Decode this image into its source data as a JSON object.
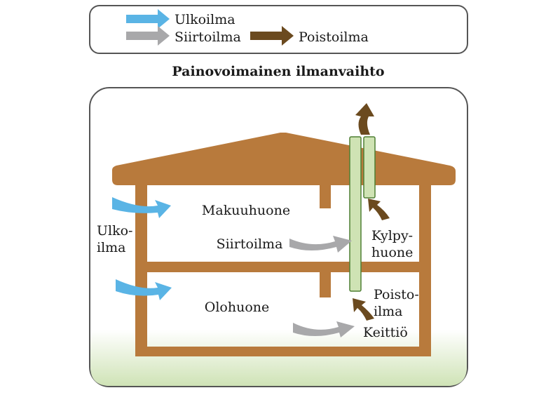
{
  "legend": {
    "outdoor_air": "Ulkoilma",
    "transfer_air": "Siirtoilma",
    "exhaust_air": "Poistoilma"
  },
  "title": "Painovoimainen ilmanvaihto",
  "labels": {
    "bedroom": "Makuuhuone",
    "transfer_air": "Siirtoilma",
    "outdoor_line1": "Ulko-",
    "outdoor_line2": "ilma",
    "bathroom_line1": "Kylpy-",
    "bathroom_line2": "huone",
    "exhaust_line1": "Poisto-",
    "exhaust_line2": "ilma",
    "living_room": "Olohuone",
    "kitchen": "Keittiö"
  },
  "colors": {
    "outdoor_air": "#5ab4e5",
    "transfer_air": "#a8a8aa",
    "exhaust_air": "#6b4a1f",
    "house_wood": "#b87a3c",
    "duct": "#cfe3b4",
    "duct_border": "#4f7f34",
    "ground": "#cfe3b6",
    "frame_border": "#555555"
  }
}
